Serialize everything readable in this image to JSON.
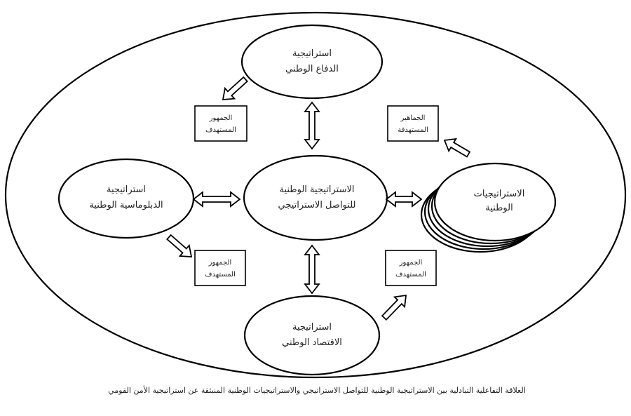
{
  "nodes": {
    "center": [
      "الاستراتيجية الوطنية",
      "للتواصل الاستراتيجي"
    ],
    "top": [
      "استراتيجية",
      "الدفاع الوطني"
    ],
    "left": [
      "استراتيجية",
      "الدبلوماسية الوطنية"
    ],
    "bottom": [
      "استراتيجية",
      "الاقتصاد الوطني"
    ],
    "right": [
      "الاستراتيجيات",
      "الوطنية"
    ]
  },
  "audiences": {
    "top_left": [
      "الجمهور",
      "المستهدف"
    ],
    "top_right": [
      "الجماهير",
      "المستهدفة"
    ],
    "bottom_left": [
      "الجمهور",
      "المستهدف"
    ],
    "bottom_right": [
      "الجمهور",
      "المستهدف"
    ]
  },
  "caption": "العلاقة التفاعلية التبادلية بين الاستراتيجية الوطنية للتواصل الاستراتيجي والاستراتيجيات الوطنية المنبثقة عن استراتيجية الأمن القومي"
}
